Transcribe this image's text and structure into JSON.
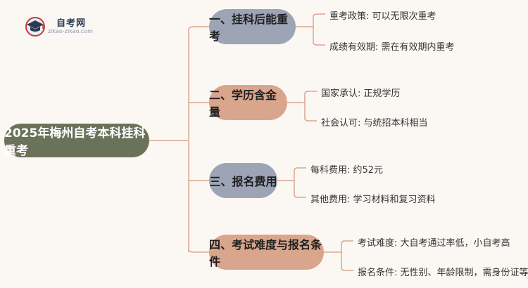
{
  "header": {
    "brand_title": "自考网",
    "brand_url": "zikao-zikao.com"
  },
  "mindmap": {
    "root": "2025年梅州自考本科挂科重考",
    "branches": [
      {
        "label": "一、挂科后能重考",
        "items": [
          "重考政策: 可以无限次重考",
          "成绩有效期: 需在有效期内重考"
        ]
      },
      {
        "label": "二、学历含金量",
        "items": [
          "国家承认: 正规学历",
          "社会认可: 与统招本科相当"
        ]
      },
      {
        "label": "三、报名费用",
        "items": [
          "每科费用: 约52元",
          "其他费用: 学习材料和复习资料"
        ]
      },
      {
        "label": "四、考试难度与报名条件",
        "items": [
          "考试难度: 大自考通过率低，小自考高",
          "报名条件: 无性别、年龄限制，需身份证等材料"
        ]
      }
    ]
  },
  "colors": {
    "root_fill": "#6b725a",
    "branch_blue": "#9da4b6",
    "branch_peach": "#d9a58c",
    "connector": "#d9a58c",
    "background": "#fbf8f4"
  }
}
